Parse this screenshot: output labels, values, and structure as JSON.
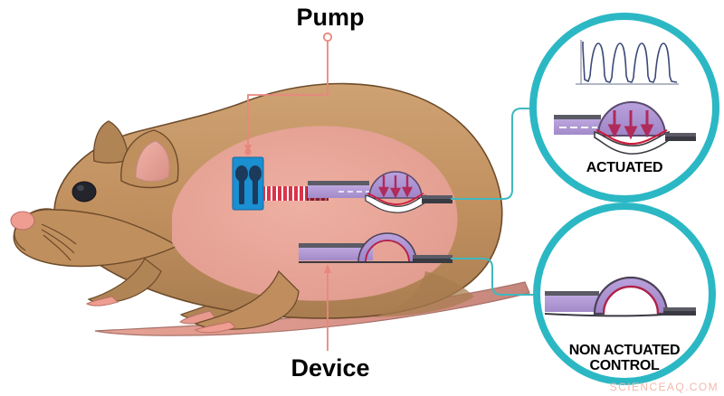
{
  "figure": {
    "title_labels": {
      "pump": "Pump",
      "device": "Device"
    },
    "insets": [
      {
        "id": "actuated",
        "caption": "ACTUATED",
        "contents": "purple dome device with three downward pressure arrows and a pulsatile waveform trace above",
        "has_waveform": true,
        "arrow_count": 3
      },
      {
        "id": "non-actuated-control",
        "caption_line1": "NON ACTUATED",
        "caption_line2": "CONTROL",
        "contents": "hollow purple dome device, undeformed membrane",
        "has_waveform": false,
        "arrow_count": 0
      }
    ],
    "watermark": "SCIENCEAQ.COM",
    "subject": "laboratory mouse in lateral view with implanted pump and two devices"
  },
  "colors": {
    "mouse_body": "#c08f5e",
    "mouse_body_light": "#cfa174",
    "mouse_outline": "#6d4b2a",
    "mouse_inner_cavity": "#e8a99c",
    "mouse_skin_pink": "#eda394",
    "tail_pink": "#e8a99c",
    "pump_blue": "#1a8fd1",
    "pump_dark": "#1b3a5c",
    "tube_red": "#d9354a",
    "device_purple": "#a98fd0",
    "device_purple_light": "#b9a2dc",
    "device_outline": "#5b4a6e",
    "membrane_red": "#cc1b3c",
    "arrow_crimson": "#b02a5b",
    "inset_ring_teal": "#2bb8c4",
    "leader_teal": "#3fb8bf",
    "leader_red": "#e8877d",
    "waveform_navy": "#3b4a78",
    "axis_gray": "#9aa0b0",
    "watermark_pink": "#f3b8ad",
    "label_black": "#000000",
    "background": "#ffffff"
  },
  "annotations": {
    "pump_leader": "red elbow line from Pump label down to implanted pump",
    "device_leader": "red vertical line from Device label up to lower implanted device",
    "inset_leaders": "teal lines from each implanted device to its magnified circle"
  }
}
